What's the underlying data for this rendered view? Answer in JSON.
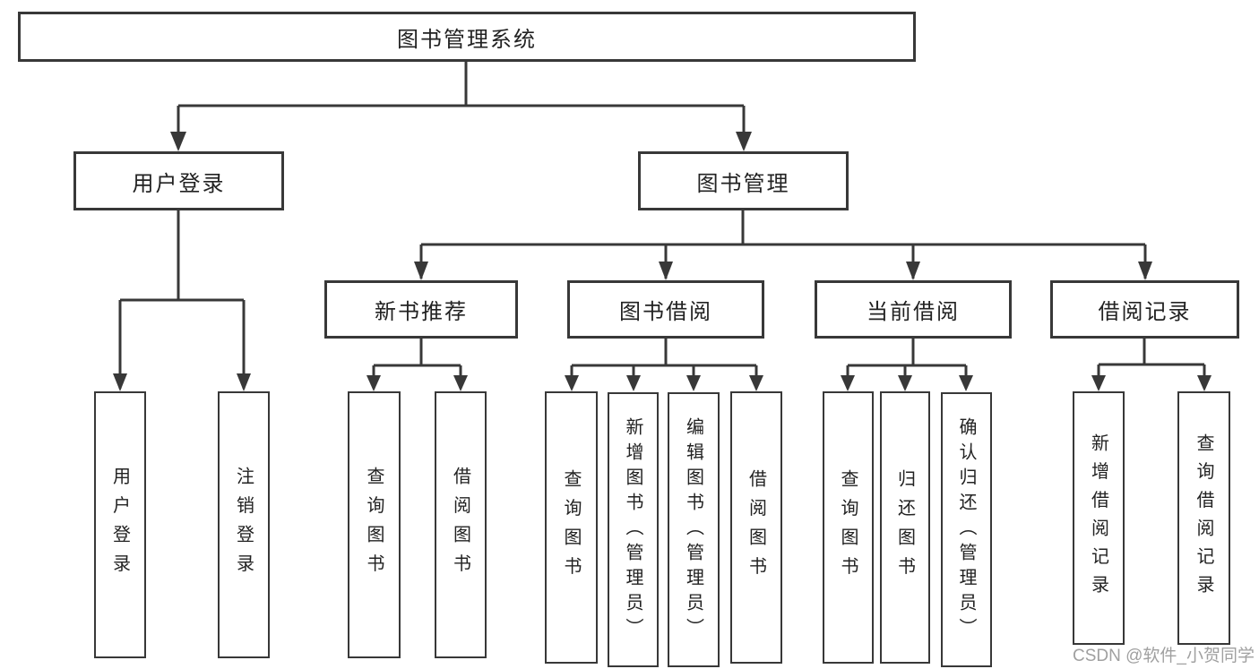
{
  "tree": {
    "root": "图书管理系统",
    "branches": [
      {
        "label": "用户登录",
        "children": [
          "用户登录",
          "注销登录"
        ]
      },
      {
        "label": "图书管理",
        "sections": [
          {
            "label": "新书推荐",
            "children": [
              "查询图书",
              "借阅图书"
            ]
          },
          {
            "label": "图书借阅",
            "children": [
              "查询图书",
              "新增图书（管理员）",
              "编辑图书（管理员）",
              "借阅图书"
            ]
          },
          {
            "label": "当前借阅",
            "children": [
              "查询图书",
              "归还图书",
              "确认归还（管理员）"
            ]
          },
          {
            "label": "借阅记录",
            "children": [
              "新增借阅记录",
              "查询借阅记录"
            ]
          }
        ]
      }
    ]
  },
  "watermark": {
    "text": "CSDN @软件_小贺同学"
  },
  "colors": {
    "line": "#383838",
    "text": "#222222",
    "watermark": "#a0a0a0",
    "bg": "#ffffff"
  }
}
